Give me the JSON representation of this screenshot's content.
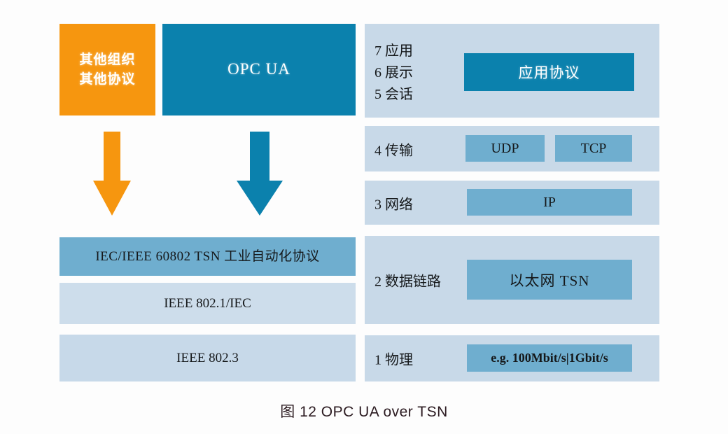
{
  "figure": {
    "caption": "图 12  OPC UA over TSN"
  },
  "left_stack": {
    "other_org_box": {
      "label": "其他组织\n其他协议",
      "color": "#F6960F"
    },
    "opcua_box": {
      "label": "OPC UA",
      "color": "#0B81AD"
    },
    "arrows": [
      {
        "name": "orange-down-arrow",
        "color": "#F6960F"
      },
      {
        "name": "teal-down-arrow",
        "color": "#0B81AD"
      }
    ],
    "foundation_boxes": [
      {
        "label": "IEC/IEEE 60802 TSN 工业自动化协议",
        "color": "#6FAECF"
      },
      {
        "label": "IEEE 802.1/IEC",
        "color": "#CDDDEB"
      },
      {
        "label": "IEEE 802.3",
        "color": "#C7D9E9"
      }
    ]
  },
  "osi_stack": {
    "panel_color": "#C8D9E8",
    "application": {
      "layer_labels": "7 应用\n6 展示\n5 会话",
      "box_label": "应用协议",
      "box_color": "#0B81AD"
    },
    "transport": {
      "layer_label": "4 传输",
      "boxes": [
        {
          "label": "UDP",
          "color": "#6FAECF"
        },
        {
          "label": "TCP",
          "color": "#6FAECF"
        }
      ]
    },
    "network": {
      "layer_label": "3 网络",
      "box_label": "IP",
      "box_color": "#6FAECF"
    },
    "data_link": {
      "layer_label": "2 数据链路",
      "box_label": "以太网 TSN",
      "box_color": "#6FAECF"
    },
    "physical": {
      "layer_label": "1 物理",
      "box_label": "e.g. 100Mbit/s|1Gbit/s",
      "box_color": "#6FAECF"
    }
  }
}
